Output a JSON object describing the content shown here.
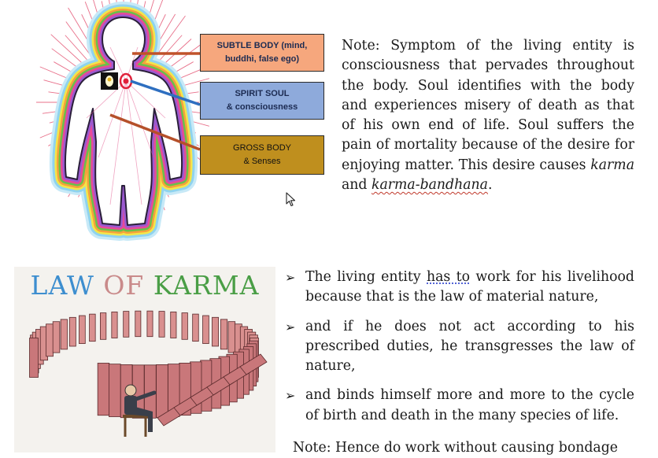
{
  "diagram": {
    "subtle_body": [
      "SUBTLE BODY (mind,",
      "buddhi, false ego)"
    ],
    "spirit_soul": [
      "SPIRIT SOUL",
      "& consciousness"
    ],
    "gross_body": [
      "GROSS BODY",
      "& Senses"
    ],
    "colors": {
      "subtle_box": "#f6a77d",
      "spirit_box": "#8eaadb",
      "gross_box": "#bf8f1e",
      "subtle_line": "#c0522a",
      "spirit_line": "#2e6fc0",
      "gross_line": "#b5502a"
    }
  },
  "note_top": {
    "text": "Note: Symptom of the living entity is consciousness that pervades throughout the body. Soul identifies with the body and experiences misery of death as that of his own end of life. Soul suffers the pain of mortality because of the desire for enjoying matter. This desire causes",
    "term1": "karma",
    "and": "and",
    "term2": "karma-bandhana",
    "end": "."
  },
  "karma_image": {
    "title_words": [
      "LAW",
      "OF",
      "KARMA"
    ],
    "colors": [
      "#3d8ecf",
      "#c98a8a",
      "#4a9e46"
    ]
  },
  "bullets": [
    {
      "before": "The living entity ",
      "underlined": "has to",
      "after": " work for his livelihood because that is the law of material nature,"
    },
    {
      "before": "and if he does not act according to his prescribed duties, he transgresses the law of nature,",
      "underlined": "",
      "after": ""
    },
    {
      "before": "and binds himself more and more to the cycle of birth and death in the many species of life.",
      "underlined": "",
      "after": ""
    }
  ],
  "bullet_marker": "➢",
  "note_bottom": "Note: Hence do work without causing bondage"
}
